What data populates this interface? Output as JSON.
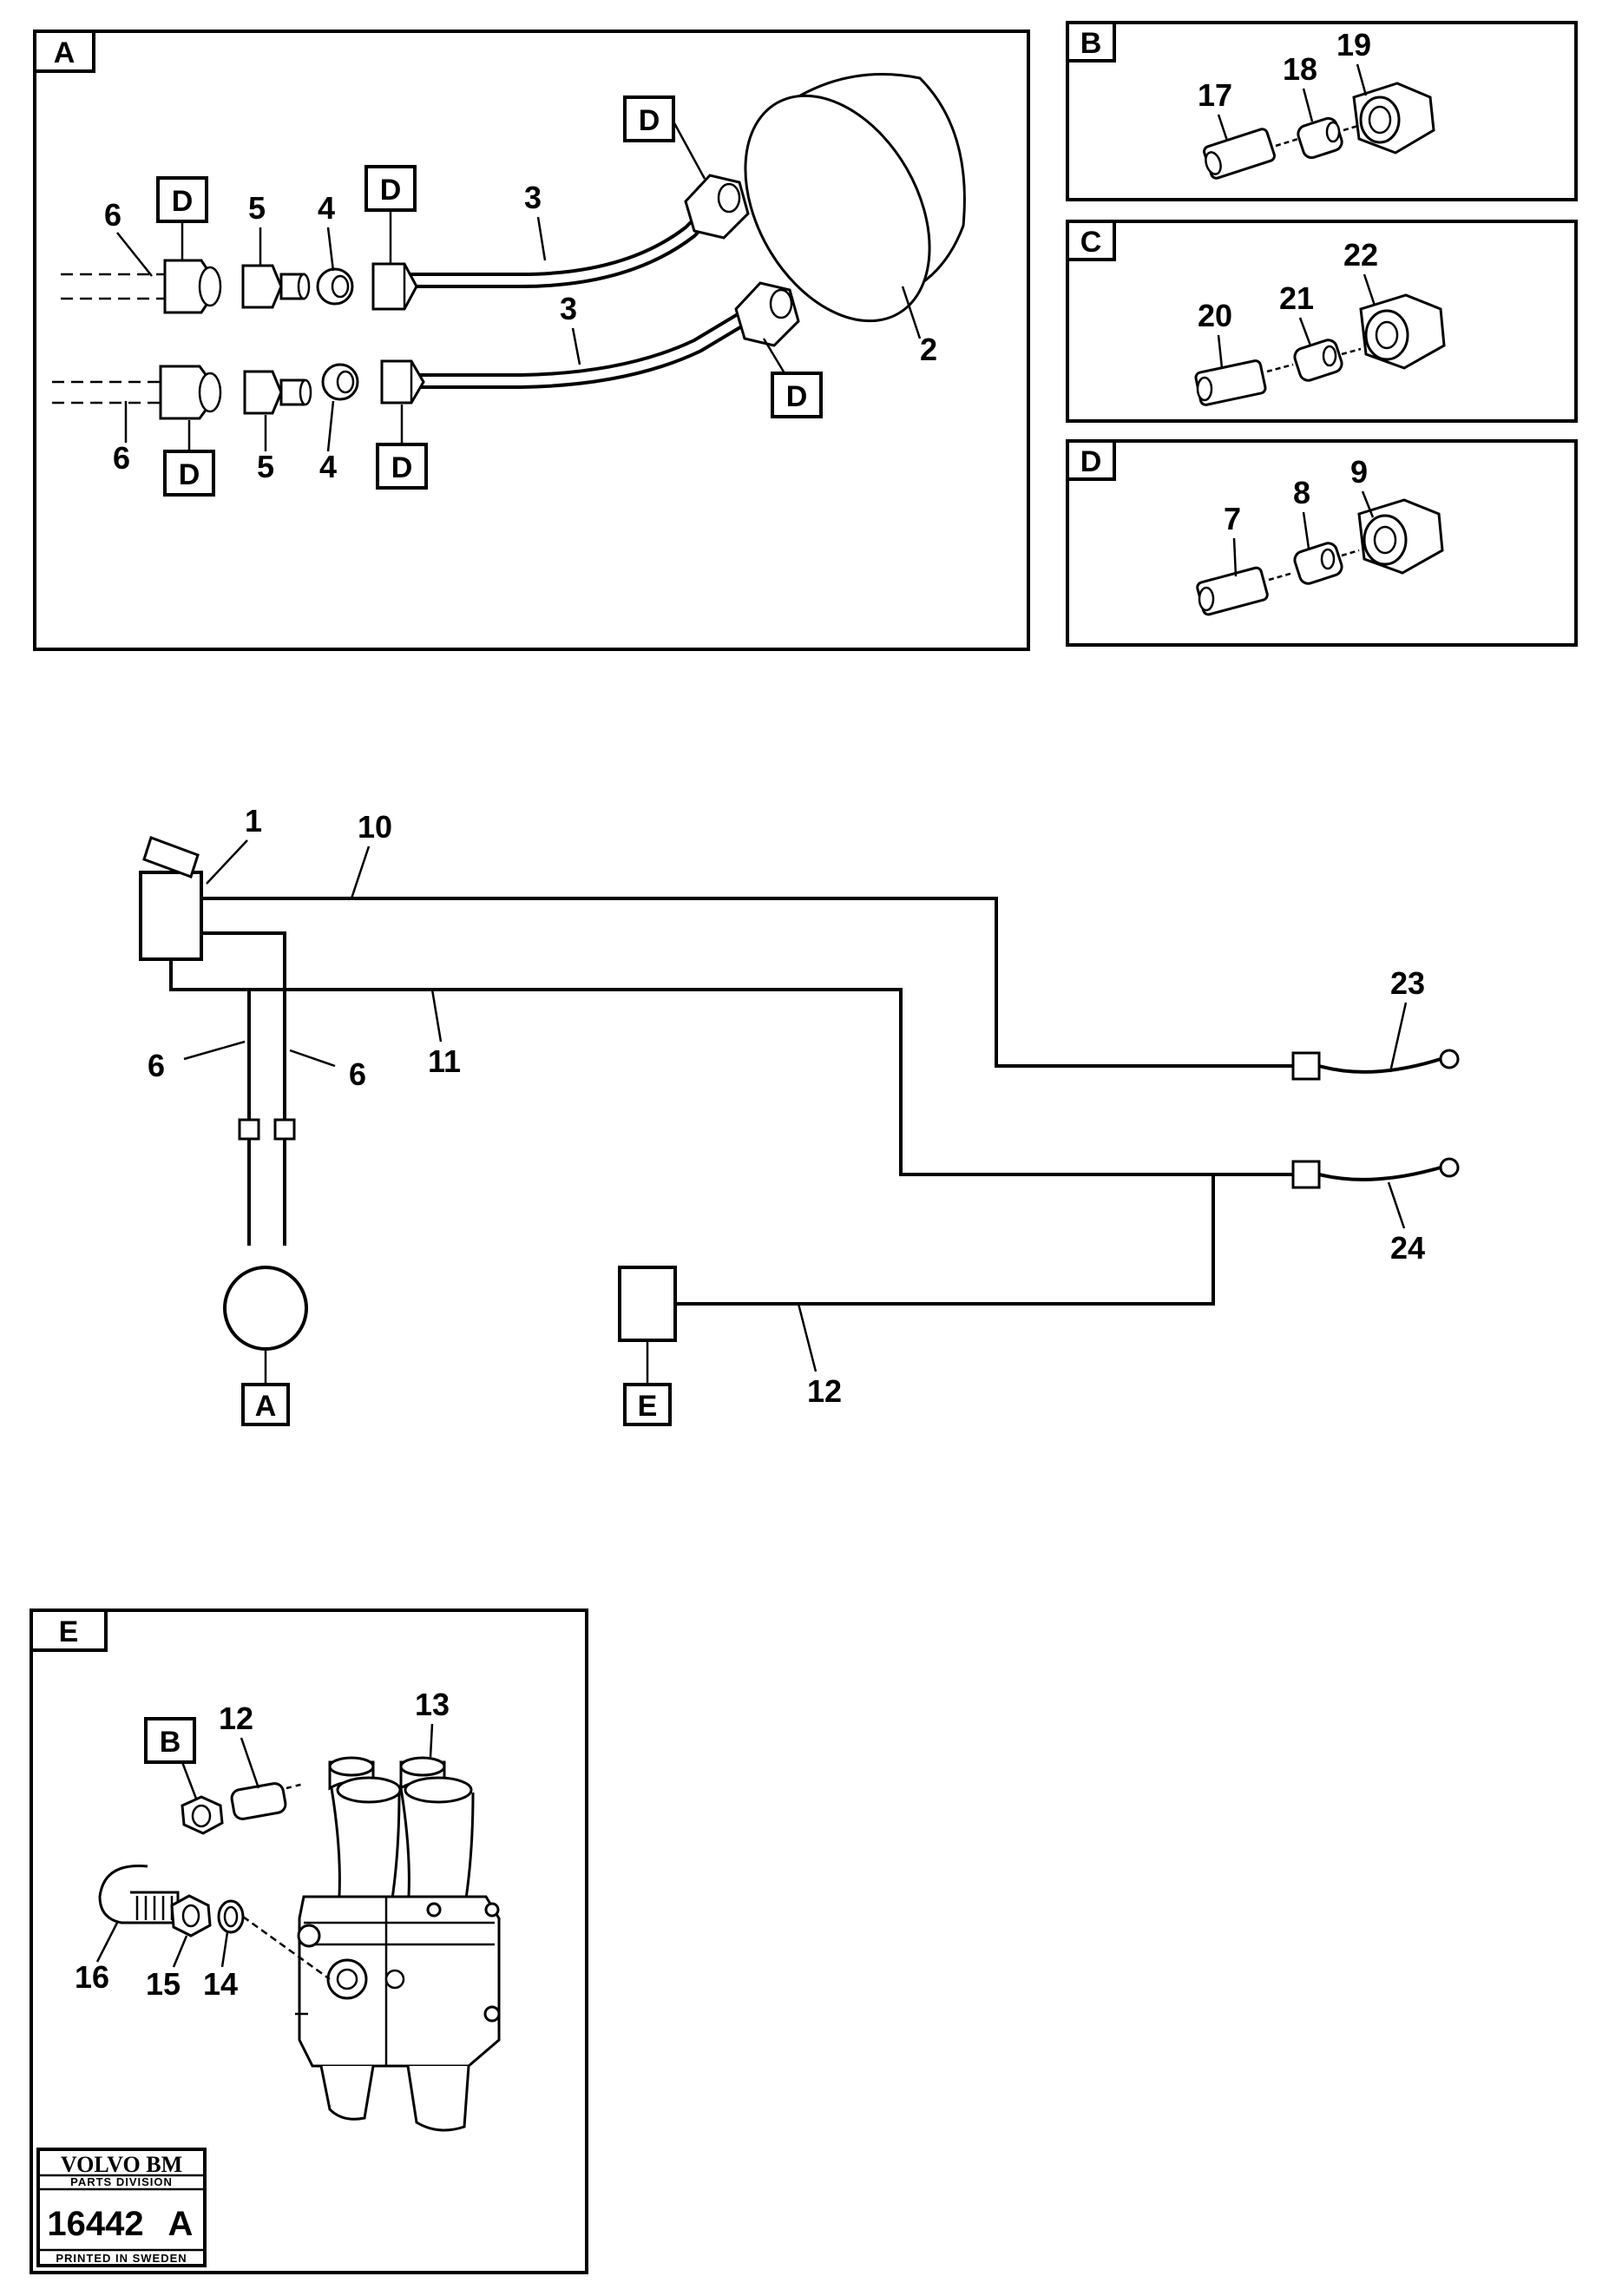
{
  "panels": {
    "A": {
      "tag": "A",
      "callout_tag": "D",
      "labels": {
        "l2": "2",
        "l3a": "3",
        "l3b": "3",
        "l4a": "4",
        "l4b": "4",
        "l5a": "5",
        "l5b": "5",
        "l6a": "6",
        "l6b": "6"
      }
    },
    "B": {
      "tag": "B",
      "labels": {
        "l17": "17",
        "l18": "18",
        "l19": "19"
      }
    },
    "C": {
      "tag": "C",
      "labels": {
        "l20": "20",
        "l21": "21",
        "l22": "22"
      }
    },
    "D": {
      "tag": "D",
      "labels": {
        "l7": "7",
        "l8": "8",
        "l9": "9"
      }
    },
    "E": {
      "tag": "E",
      "callout_tag": "B",
      "labels": {
        "l12": "12",
        "l13": "13",
        "l14": "14",
        "l15": "15",
        "l16": "16"
      }
    }
  },
  "schematic": {
    "labels": {
      "l1": "1",
      "l10": "10",
      "l11": "11",
      "l6a": "6",
      "l6b": "6",
      "l12": "12",
      "l23": "23",
      "l24": "24"
    },
    "ref_A": "A",
    "ref_E": "E"
  },
  "stamp": {
    "brand": "VOLVO BM",
    "division": "PARTS DIVISION",
    "number": "16442",
    "revision": "A",
    "printed": "PRINTED IN SWEDEN"
  }
}
